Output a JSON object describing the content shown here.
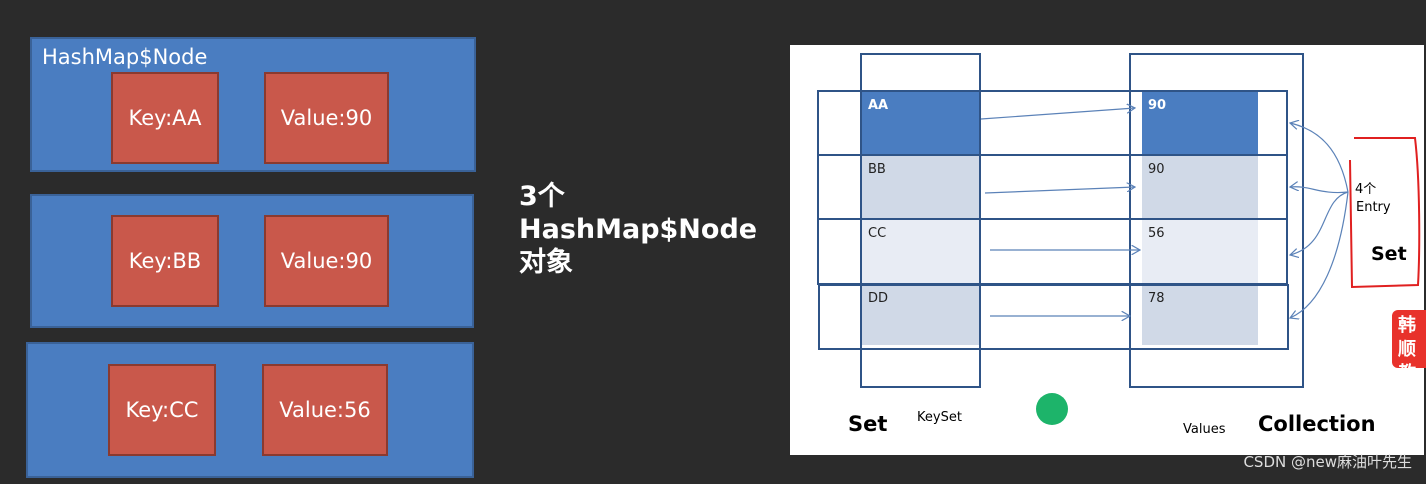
{
  "left_nodes": [
    {
      "title": "HashMap$Node",
      "key": "Key:AA",
      "value": "Value:90"
    },
    {
      "key": "Key:BB",
      "value": "Value:90"
    },
    {
      "key": "Key:CC",
      "value": "Value:56"
    }
  ],
  "middle": {
    "line1": "3个",
    "line2": "HashMap$Node",
    "line3": "对象"
  },
  "diagram": {
    "rows": [
      {
        "key": "AA",
        "value": "90"
      },
      {
        "key": "BB",
        "value": "90"
      },
      {
        "key": "CC",
        "value": "56"
      },
      {
        "key": "DD",
        "value": "78"
      }
    ],
    "entry_count": "4个",
    "entry_label": "Entry",
    "entry_set": "Set",
    "keyset_type": "Set",
    "keyset_label": "KeySet",
    "values_label": "Values",
    "values_type": "Collection"
  },
  "badge": {
    "line1": "韩顺",
    "line2": "教"
  },
  "watermark": "CSDN @new麻油叶先生",
  "colors": {
    "node_blue": "#4a7dc1",
    "cell_red": "#c9584b",
    "highlight": "#4a7dc1",
    "cell_light": "#d0d9e7",
    "annotation_red": "#e02020"
  }
}
